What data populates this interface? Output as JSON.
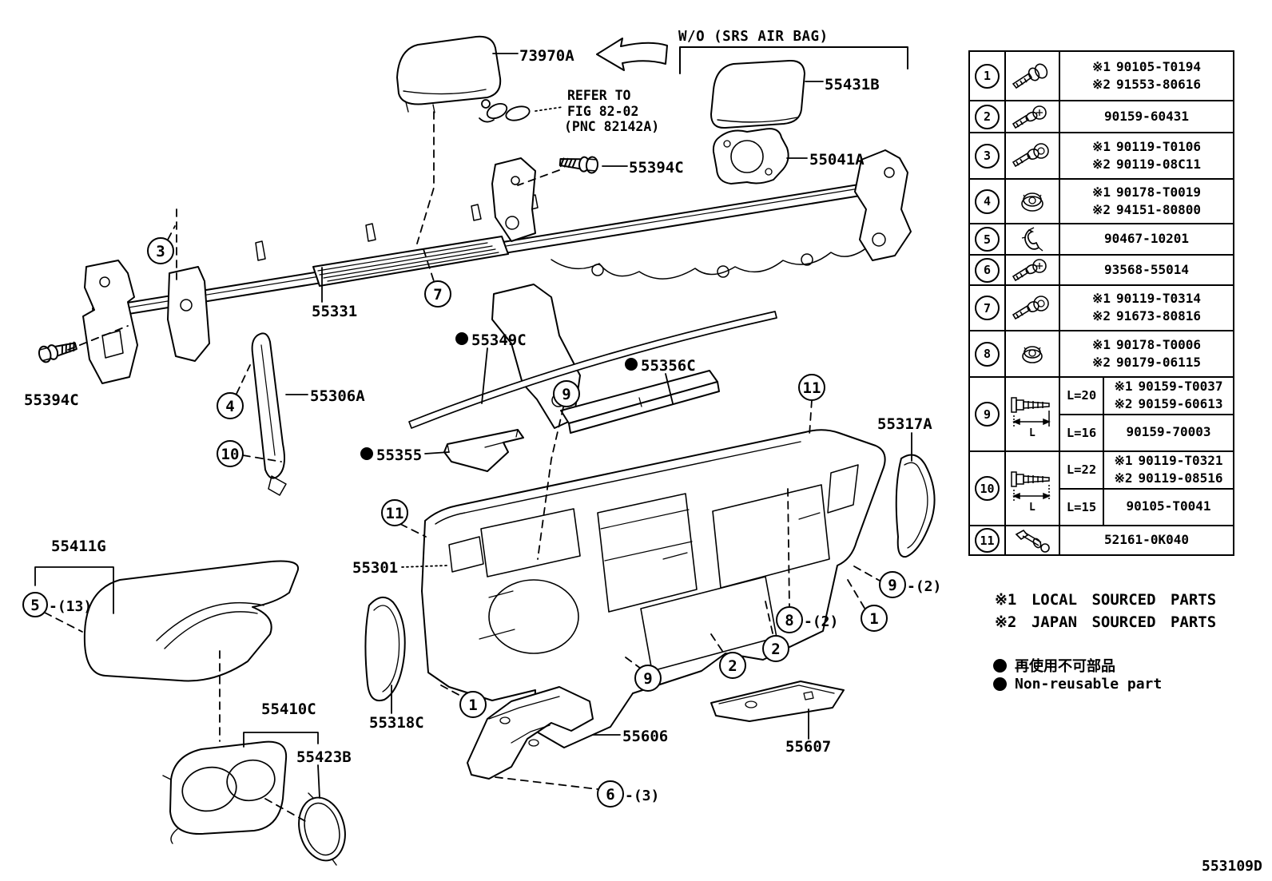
{
  "notes": {
    "wo_srs": "W/O (SRS AIR BAG)",
    "refer_line1": "REFER TO",
    "refer_line2": "FIG 82-02",
    "refer_line3": "(PNC 82142A)",
    "doc_number": "553109D"
  },
  "colors": {
    "line": "#000000",
    "background": "#ffffff"
  },
  "parts": {
    "p73970a": "73970A",
    "p55431b": "55431B",
    "p55041a": "55041A",
    "p55394c_top": "55394C",
    "p55394c_left": "55394C",
    "p55331": "55331",
    "p55306a": "55306A",
    "p55349c": "55349C",
    "p55356c": "55356C",
    "p55355": "55355",
    "p55317a": "55317A",
    "p55301": "55301",
    "p55411g": "55411G",
    "p55410c": "55410C",
    "p55423b": "55423B",
    "p55318c": "55318C",
    "p55606": "55606",
    "p55607": "55607"
  },
  "callouts": [
    {
      "n": "3",
      "suffix": ""
    },
    {
      "n": "7",
      "suffix": ""
    },
    {
      "n": "4",
      "suffix": ""
    },
    {
      "n": "10",
      "suffix": ""
    },
    {
      "n": "9",
      "suffix": ""
    },
    {
      "n": "11",
      "suffix": ""
    },
    {
      "n": "11",
      "suffix": ""
    },
    {
      "n": "5",
      "suffix": "-(13)"
    },
    {
      "n": "1",
      "suffix": ""
    },
    {
      "n": "6",
      "suffix": "-(3)"
    },
    {
      "n": "9",
      "suffix": ""
    },
    {
      "n": "2",
      "suffix": ""
    },
    {
      "n": "2",
      "suffix": ""
    },
    {
      "n": "8",
      "suffix": "-(2)"
    },
    {
      "n": "1",
      "suffix": ""
    },
    {
      "n": "9",
      "suffix": "-(2)"
    }
  ],
  "table": {
    "rows": [
      {
        "num": "1",
        "icon": "flange-bolt",
        "lines": [
          {
            "mark": "※1",
            "part": "90105-T0194"
          },
          {
            "mark": "※2",
            "part": "91553-80616"
          }
        ]
      },
      {
        "num": "2",
        "icon": "washer-screw",
        "lines": [
          {
            "mark": "",
            "part": "90159-60431"
          }
        ]
      },
      {
        "num": "3",
        "icon": "flange-bolt",
        "lines": [
          {
            "mark": "※1",
            "part": "90119-T0106"
          },
          {
            "mark": "※2",
            "part": "90119-08C11"
          }
        ]
      },
      {
        "num": "4",
        "icon": "flange-nut",
        "lines": [
          {
            "mark": "※1",
            "part": "90178-T0019"
          },
          {
            "mark": "※2",
            "part": "94151-80800"
          }
        ]
      },
      {
        "num": "5",
        "icon": "clip",
        "lines": [
          {
            "mark": "",
            "part": "90467-10201"
          }
        ]
      },
      {
        "num": "6",
        "icon": "washer-screw",
        "lines": [
          {
            "mark": "",
            "part": "93568-55014"
          }
        ]
      },
      {
        "num": "7",
        "icon": "flange-bolt",
        "lines": [
          {
            "mark": "※1",
            "part": "90119-T0314"
          },
          {
            "mark": "※2",
            "part": "91673-80816"
          }
        ]
      },
      {
        "num": "8",
        "icon": "flange-nut",
        "lines": [
          {
            "mark": "※1",
            "part": "90178-T0006"
          },
          {
            "mark": "※2",
            "part": "90179-06115"
          }
        ]
      },
      {
        "num": "9",
        "icon": "bolt-length",
        "dim": "L",
        "subs": [
          {
            "len": "L=20",
            "lines": [
              {
                "mark": "※1",
                "part": "90159-T0037"
              },
              {
                "mark": "※2",
                "part": "90159-60613"
              }
            ]
          },
          {
            "len": "L=16",
            "lines": [
              {
                "mark": "",
                "part": "90159-70003"
              }
            ]
          }
        ]
      },
      {
        "num": "10",
        "icon": "bolt-length",
        "dim": "L",
        "subs": [
          {
            "len": "L=22",
            "lines": [
              {
                "mark": "※1",
                "part": "90119-T0321"
              },
              {
                "mark": "※2",
                "part": "90119-08516"
              }
            ]
          },
          {
            "len": "L=15",
            "lines": [
              {
                "mark": "",
                "part": "90105-T0041"
              }
            ]
          }
        ]
      },
      {
        "num": "11",
        "icon": "push-pin",
        "lines": [
          {
            "mark": "",
            "part": "52161-0K040"
          }
        ]
      }
    ]
  },
  "legend": {
    "src1_mark": "※1",
    "src1": "LOCAL SOURCED PARTS",
    "src2_mark": "※2",
    "src2": "JAPAN SOURCED PARTS",
    "nr_jp": "再使用不可部品",
    "nr_en": "Non-reusable part"
  }
}
